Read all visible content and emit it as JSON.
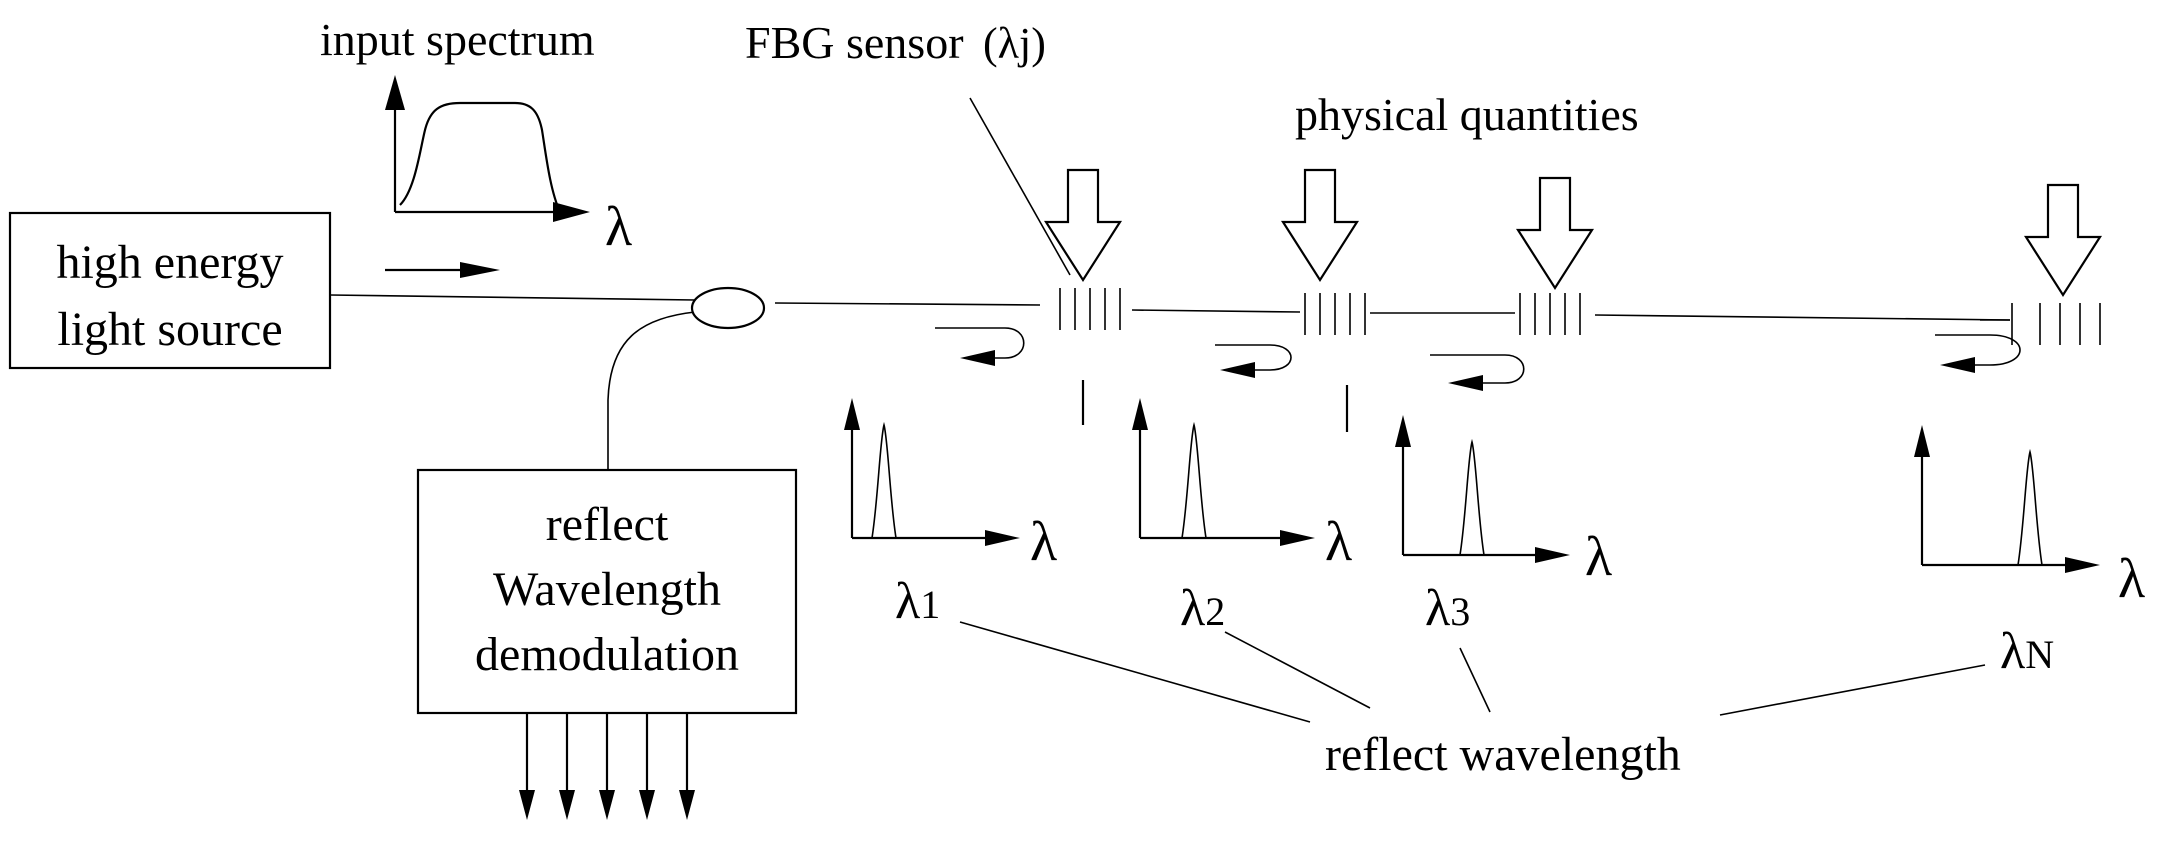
{
  "labels": {
    "input_spectrum": "input spectrum",
    "fbg_sensor": "FBG sensor",
    "fbg_sensor_symbol": "(λj)",
    "physical_quantities": "physical quantities",
    "light_source_line1": "high energy",
    "light_source_line2": "light source",
    "demod_line1": "reflect",
    "demod_line2": "Wavelength",
    "demod_line3": "demodulation",
    "reflect_wavelength": "reflect wavelength",
    "lambda": "λ"
  },
  "reflected_peaks": [
    {
      "symbol": "λ",
      "subscript": "1"
    },
    {
      "symbol": "λ",
      "subscript": "2"
    },
    {
      "symbol": "λ",
      "subscript": "3"
    },
    {
      "symbol": "λ",
      "subscript": "N"
    }
  ],
  "colors": {
    "line": "#000000",
    "background": "#ffffff"
  }
}
